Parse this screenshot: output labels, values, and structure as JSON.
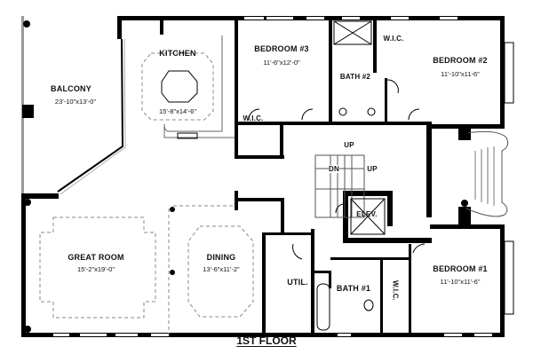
{
  "floor_title": "1ST FLOOR",
  "rooms": {
    "balcony": {
      "name": "BALCONY",
      "dims": "23'-10\"x13'-0\""
    },
    "kitchen": {
      "name": "KITCHEN",
      "dims": "15'-8\"x14'-6\""
    },
    "bedroom3": {
      "name": "BEDROOM #3",
      "dims": "11'-6\"x12'-0\""
    },
    "bath2": {
      "name": "BATH #2"
    },
    "wic_top": {
      "name": "W.I.C."
    },
    "bedroom2": {
      "name": "BEDROOM #2",
      "dims": "11'-10\"x11-6\""
    },
    "wic_kitchen": {
      "name": "W.I.C."
    },
    "great_room": {
      "name": "GREAT ROOM",
      "dims": "15'-2\"x19'-0\""
    },
    "dining": {
      "name": "DINING",
      "dims": "13'-6\"x11'-2\""
    },
    "util": {
      "name": "UTIL."
    },
    "bath1": {
      "name": "BATH #1"
    },
    "wic_bed1": {
      "name": "W.I.C."
    },
    "bedroom1": {
      "name": "BEDROOM #1",
      "dims": "11'-10\"x11'-6\""
    },
    "elev": {
      "name": "ELEV."
    }
  },
  "stairs": {
    "up1": "UP",
    "dn": "DN",
    "up2": "UP"
  }
}
